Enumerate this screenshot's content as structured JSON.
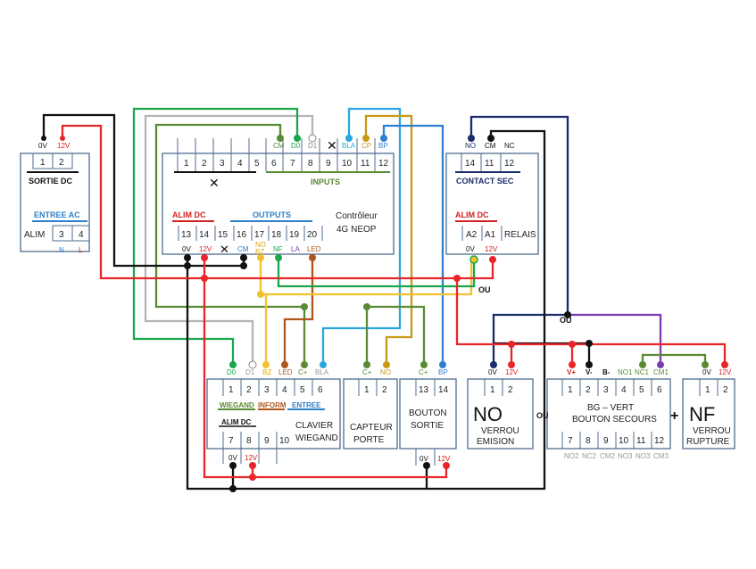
{
  "modules": {
    "sortie_dc": {
      "terms": [
        "0V",
        "12V"
      ],
      "nums": [
        "1",
        "2"
      ],
      "title": "SORTIE DC",
      "entree": "ENTREE AC",
      "alim": "ALIM",
      "alim_nums": [
        "3",
        "4"
      ],
      "np": [
        "N",
        "L"
      ]
    },
    "controller": {
      "top_nums": [
        "1",
        "2",
        "3",
        "4",
        "5",
        "6",
        "7",
        "8",
        "9",
        "10",
        "11",
        "12"
      ],
      "top_terms": [
        "CM",
        "D0",
        "D1",
        "BLA",
        "CP",
        "BP"
      ],
      "cross": "✕",
      "inputs": "INPUTS",
      "alim_dc": "ALIM DC",
      "outputs": "OUTPUTS",
      "name_line1": "Contrôleur",
      "name_line2": "4G NEOP",
      "bottom_nums": [
        "13",
        "14",
        "15",
        "16",
        "17",
        "18",
        "19",
        "20"
      ],
      "bottom_terms": [
        "0V",
        "12V",
        "CM",
        "NO",
        "BZ",
        "NF",
        "LA",
        "LED"
      ]
    },
    "relais": {
      "top_terms": [
        "NO",
        "CM",
        "NC"
      ],
      "top_nums": [
        "14",
        "11",
        "12"
      ],
      "title": "CONTACT SEC",
      "alim_dc": "ALIM DC",
      "a_nums": [
        "A2",
        "A1"
      ],
      "name": "RELAIS",
      "bottom_terms": [
        "0V",
        "12V"
      ]
    },
    "clavier": {
      "terms": [
        "D0",
        "D1",
        "BZ",
        "LED",
        "C+",
        "BLA"
      ],
      "nums": [
        "1",
        "2",
        "3",
        "4",
        "5",
        "6"
      ],
      "wiegand": "WIEGAND",
      "inform": "INFORM",
      "entree": "ENTREE",
      "alim_dc": "ALIM DC",
      "name_line1": "CLAVIER",
      "name_line2": "WIEGAND",
      "bottom_nums": [
        "7",
        "8",
        "9",
        "10"
      ],
      "bottom_terms": [
        "0V",
        "12V"
      ]
    },
    "capteur": {
      "terms": [
        "C+",
        "NO"
      ],
      "nums": [
        "1",
        "2"
      ],
      "name_line1": "CAPTEUR",
      "name_line2": "PORTE"
    },
    "bouton_sortie": {
      "terms": [
        "C+",
        "BP"
      ],
      "nums": [
        "13",
        "14"
      ],
      "name_line1": "BOUTON",
      "name_line2": "SORTIE",
      "bottom_terms": [
        "0V",
        "12V"
      ]
    },
    "verrou_emision": {
      "terms": [
        "0V",
        "12V"
      ],
      "nums": [
        "1",
        "2"
      ],
      "big": "NO",
      "name_line1": "VERROU",
      "name_line2": "EMISION"
    },
    "bouton_secours": {
      "terms": [
        "V+",
        "V-",
        "B-",
        "NO1",
        "NC1",
        "CM1"
      ],
      "nums": [
        "1",
        "2",
        "3",
        "4",
        "5",
        "6"
      ],
      "name_line1": "BG – VERT",
      "name_line2": "BOUTON SECOURS",
      "bottom_nums": [
        "7",
        "8",
        "9",
        "10",
        "11",
        "12"
      ],
      "bottom_terms": [
        "NO2",
        "NC2",
        "CM2",
        "NO3",
        "NO3",
        "CM3"
      ]
    },
    "verrou_rupture": {
      "terms": [
        "0V",
        "12V"
      ],
      "nums": [
        "1",
        "2"
      ],
      "big": "NF",
      "name_line1": "VERROU",
      "name_line2": "RUPTURE"
    }
  },
  "annotations": {
    "ou1": "OU",
    "ou2": "OU",
    "ou3": "OU",
    "plus": "+"
  },
  "colors": {
    "black": "#111111",
    "red": "#e8262a",
    "green": "#5a8a32",
    "emerald": "#1aa64b",
    "gray": "#b5b5b5",
    "cyan": "#2aa7de",
    "gold": "#c79a14",
    "blue": "#2f7fd1",
    "navy": "#1b2a6b",
    "yellow": "#f2c12e",
    "teal": "#2bb0a6",
    "purple": "#7a3bb5",
    "brown": "#b0561c",
    "label_red": "#d42020",
    "label_blue": "#2a7fc8"
  }
}
